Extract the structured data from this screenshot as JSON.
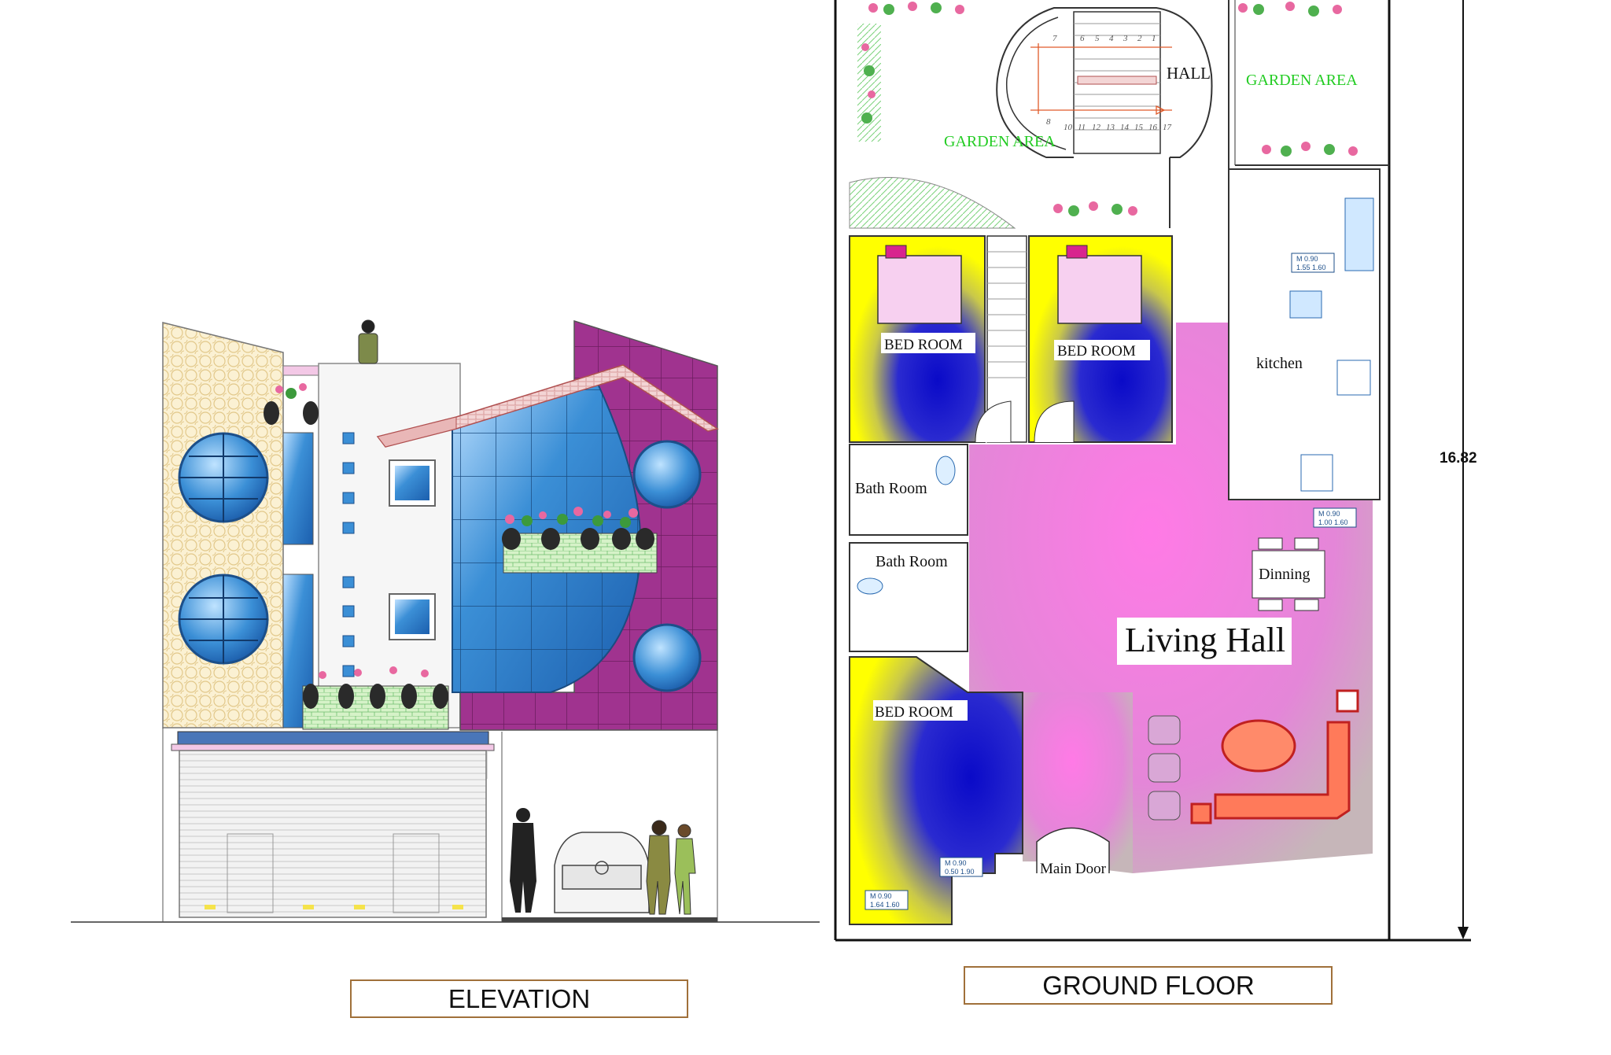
{
  "elevation": {
    "title": "ELEVATION"
  },
  "ground_floor": {
    "title": "GROUND FLOOR",
    "dimension": "16.82",
    "rooms": {
      "hall": "HALL",
      "garden_right": "GARDEN AREA",
      "garden_left": "GARDEN AREA",
      "bed_room_1": "BED ROOM",
      "bed_room_2": "BED ROOM",
      "bed_room_3": "BED ROOM",
      "kitchen": "kitchen",
      "bath_room_1": "Bath Room",
      "bath_room_2": "Bath Room",
      "dinning": "Dinning",
      "living_hall": "Living Hall",
      "main_door": "Main Door"
    },
    "window_tags": [
      {
        "top": "M  0.90",
        "bottom": "1.55  1.60"
      },
      {
        "top": "M  0.90",
        "bottom": "1.00  1.60"
      },
      {
        "top": "M  0.90",
        "bottom": "0.50  1.90"
      },
      {
        "top": "M  0.90",
        "bottom": "1.64  1.60"
      }
    ],
    "stair_numbers_top": [
      "7",
      "6",
      "5",
      "4",
      "3",
      "2",
      "1"
    ],
    "stair_numbers_bottom": [
      "8",
      "10",
      "11",
      "12",
      "13",
      "14",
      "15",
      "16",
      "17"
    ]
  },
  "colors": {
    "living": "#ee77dd",
    "bedroom_yellow": "#ffff00",
    "bedroom_blue": "#1010c8",
    "garden_text": "#22cc22",
    "facade_purple": "#a0338f",
    "glass_blue": "#3b8fd6",
    "label_border": "#a0703a"
  }
}
